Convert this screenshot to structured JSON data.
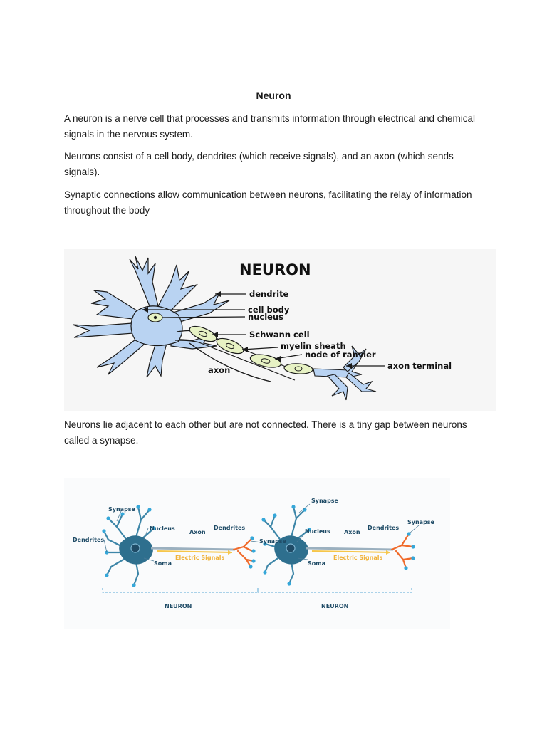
{
  "document": {
    "title": "Neuron",
    "paragraphs": [
      "A neuron is a nerve cell that processes and transmits information through electrical and chemical signals in the nervous system.",
      "Neurons consist of a cell body, dendrites (which receive signals), and an axon (which sends signals).",
      "Synaptic connections allow communication between neurons, facilitating the relay of information throughout the body",
      "Neurons lie adjacent to each other but are not connected. There is a tiny gap between neurons called a synapse."
    ]
  },
  "figure1": {
    "heading": "NEURON",
    "labels": {
      "dendrite": "dendrite",
      "cell_body": "cell body",
      "nucleus": "nucleus",
      "schwann_cell": "Schwann cell",
      "myelin_sheath": "myelin sheath",
      "node_of_ranvier": "node of ranvier",
      "axon": "axon",
      "axon_terminal": "axon terminal"
    },
    "colors": {
      "cell": "#b9d3f2",
      "outline": "#1a1a1a",
      "schwann": "#e7f2c4",
      "background": "#f6f6f6"
    }
  },
  "figure2": {
    "labels": {
      "synapse": "Synapse",
      "dendrites": "Dendrites",
      "nucleus": "Nucleus",
      "axon": "Axon",
      "soma": "Soma",
      "electric_signals": "Electric Signals",
      "neuron": "NEURON"
    },
    "colors": {
      "cell": "#2e6f8e",
      "branch": "#3d86a8",
      "tips": "#35a7d9",
      "terminal": "#f06a2a",
      "signal": "#f6c64a",
      "axon": "#9bb0bf",
      "label": "#1f4b66",
      "bracket": "#5aa9d6"
    }
  }
}
